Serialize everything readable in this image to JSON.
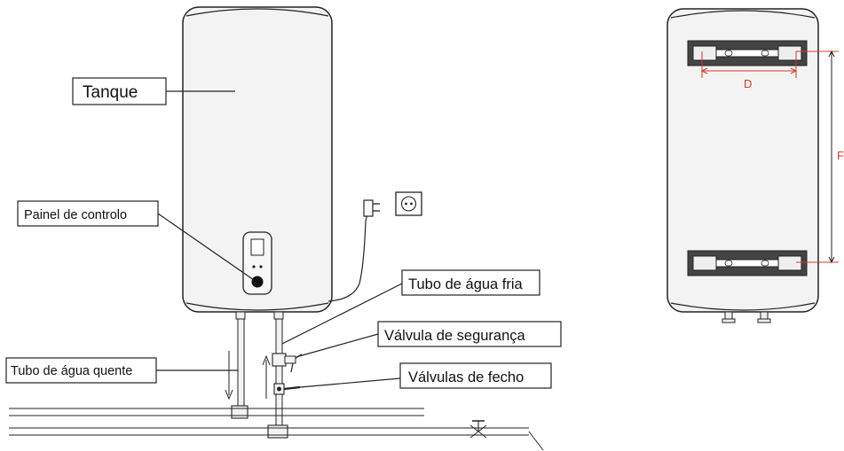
{
  "labels": {
    "tank": "Tanque",
    "control_panel": "Painel de controlo",
    "cold_water_pipe": "Tubo de água fria",
    "safety_valve": "Válvula de segurança",
    "hot_water_pipe": "Tubo de água quente",
    "shutoff_valves": "Válvulas de fecho"
  },
  "dimensions": {
    "d": "D",
    "f": "F"
  },
  "colors": {
    "dimension": "#d83a2a",
    "outline": "#222222",
    "tank_fill": "#f3f3f3"
  }
}
